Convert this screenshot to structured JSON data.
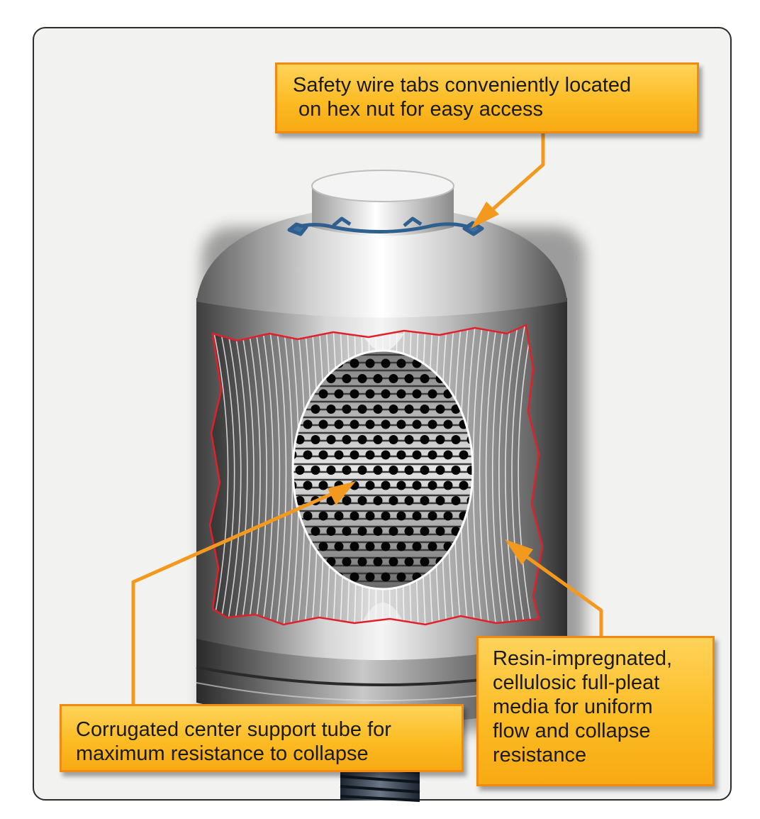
{
  "callouts": {
    "safety_wire": {
      "line1": "Safety wire tabs conveniently located",
      "line2": " on hex nut for easy access"
    },
    "center_tube": {
      "line1": "Corrugated center support tube for",
      "line2": "maximum resistance to collapse"
    },
    "media": {
      "line1": "Resin-impregnated,",
      "line2": "cellulosic full-pleat",
      "line3": "media for uniform",
      "line4": "flow and collapse",
      "line5": "resistance"
    }
  },
  "colors": {
    "callout_fill": "#fcbc24",
    "callout_border": "#ef8a12",
    "leader_line": "#f39a1e",
    "cutaway_edge": "#e2202a",
    "safety_wire": "#2f5f8f"
  }
}
